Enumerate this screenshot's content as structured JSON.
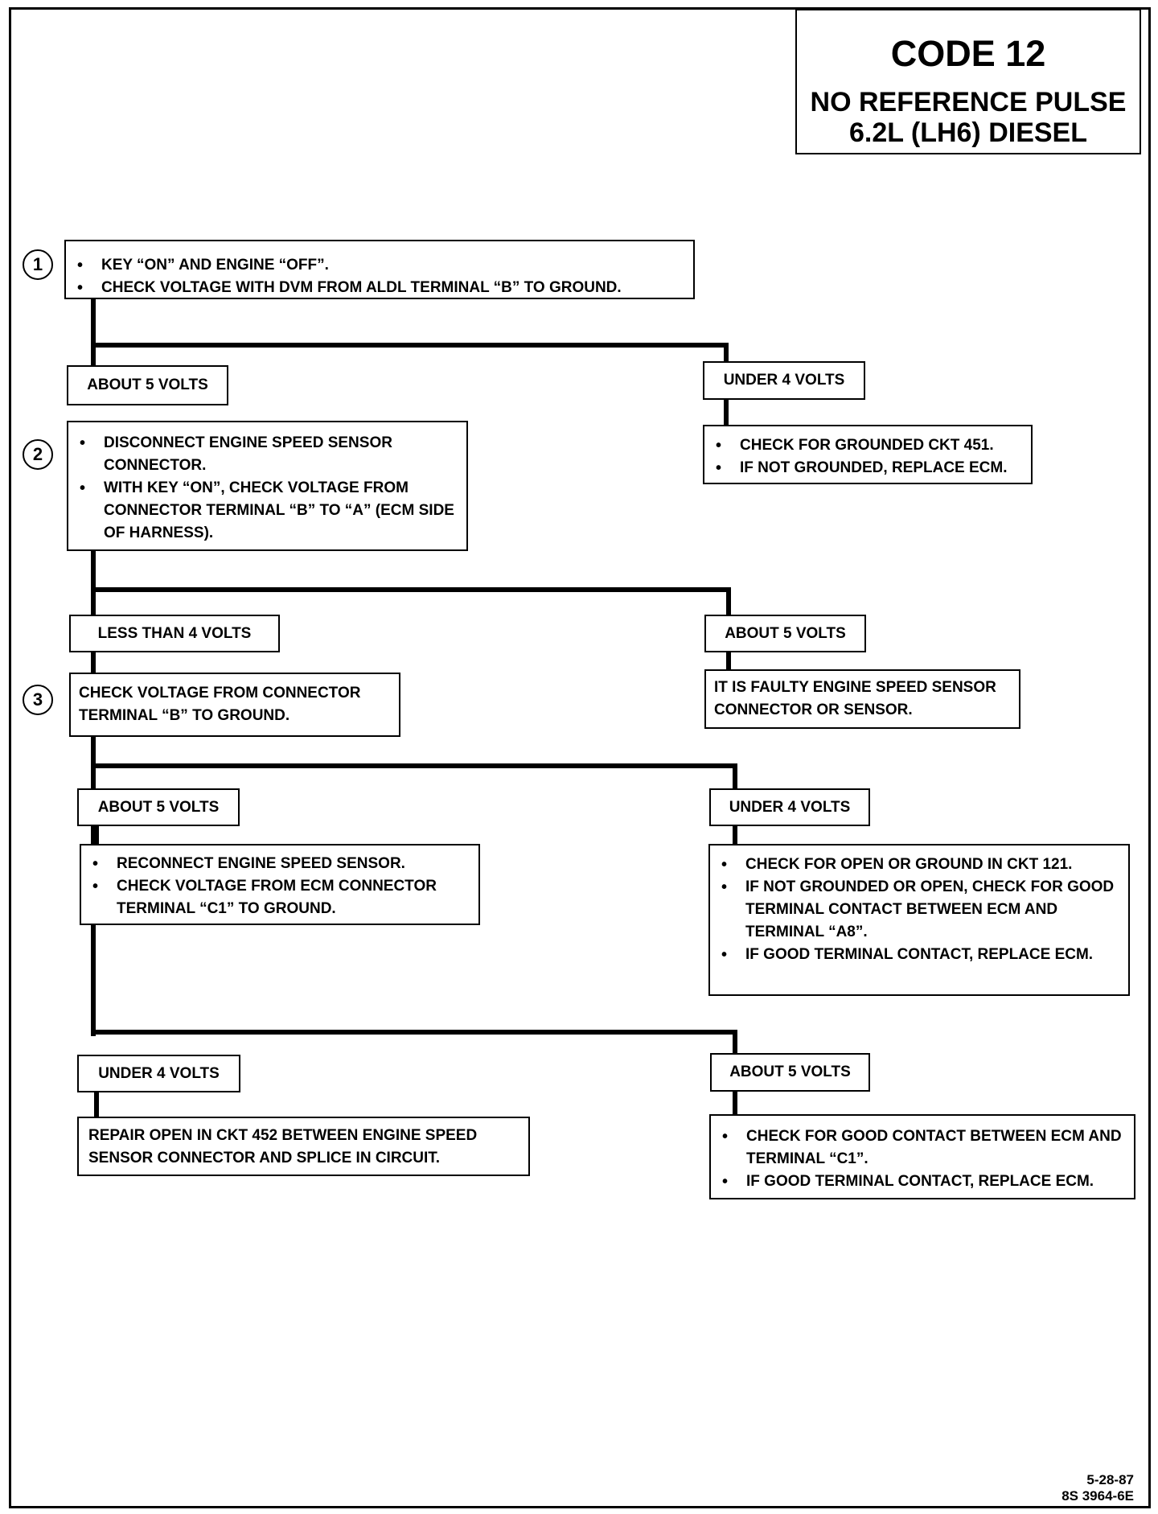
{
  "title": {
    "code": "CODE 12",
    "line1": "NO REFERENCE PULSE",
    "line2": "6.2L (LH6) DIESEL"
  },
  "steps": [
    "1",
    "2",
    "3"
  ],
  "box1": [
    "KEY “ON” AND ENGINE “OFF”.",
    "CHECK VOLTAGE WITH DVM FROM ALDL TERMINAL “B” TO GROUND."
  ],
  "label_a_left": "ABOUT 5 VOLTS",
  "label_a_right": "UNDER 4 VOLTS",
  "box_a_right": [
    "CHECK FOR GROUNDED CKT 451.",
    "IF NOT GROUNDED, REPLACE ECM."
  ],
  "box2": [
    "DISCONNECT ENGINE SPEED SENSOR CONNECTOR.",
    "WITH KEY “ON”, CHECK VOLTAGE FROM CONNECTOR TERMINAL “B” TO “A” (ECM SIDE OF HARNESS)."
  ],
  "label_b_left": "LESS THAN 4 VOLTS",
  "label_b_right": "ABOUT 5 VOLTS",
  "box_b_right": "IT IS FAULTY ENGINE SPEED SENSOR CONNECTOR OR SENSOR.",
  "box3": "CHECK VOLTAGE FROM CONNECTOR TERMINAL “B” TO GROUND.",
  "label_c_left": "ABOUT 5 VOLTS",
  "label_c_right": "UNDER 4 VOLTS",
  "box_c_left": [
    "RECONNECT ENGINE SPEED SENSOR.",
    "CHECK VOLTAGE FROM ECM CONNECTOR TERMINAL “C1” TO GROUND."
  ],
  "box_c_right": [
    "CHECK FOR OPEN OR GROUND IN CKT 121.",
    "IF NOT GROUNDED OR OPEN, CHECK FOR GOOD TERMINAL CONTACT BETWEEN ECM AND TERMINAL “A8”.",
    "IF GOOD TERMINAL CONTACT, REPLACE ECM."
  ],
  "label_d_left": "UNDER 4 VOLTS",
  "label_d_right": "ABOUT 5 VOLTS",
  "box_d_left": "REPAIR OPEN IN CKT 452 BETWEEN ENGINE SPEED SENSOR CONNECTOR AND SPLICE IN CIRCUIT.",
  "box_d_right": [
    "CHECK FOR GOOD CONTACT BETWEEN ECM AND TERMINAL “C1”.",
    "IF GOOD TERMINAL CONTACT, REPLACE ECM."
  ],
  "footer": {
    "date": "5-28-87",
    "ref": "8S 3964-6E"
  }
}
